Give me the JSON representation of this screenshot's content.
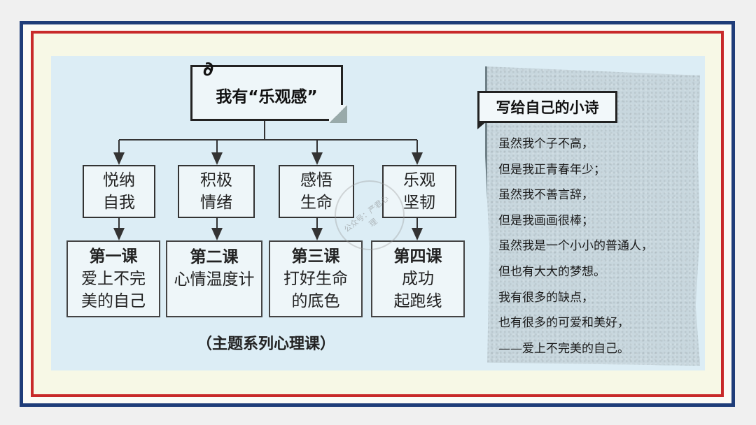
{
  "chart_title": "我有“乐观感”",
  "topics": [
    {
      "line1": "悦纳",
      "line2": "自我"
    },
    {
      "line1": "积极",
      "line2": "情绪"
    },
    {
      "line1": "感悟",
      "line2": "生命"
    },
    {
      "line1": "乐观",
      "line2": "坚韧"
    }
  ],
  "lessons": [
    {
      "label": "第一课",
      "line1": "爱上不完",
      "line2": "美的自己"
    },
    {
      "label": "第二课",
      "line1": "心情温度计",
      "line2": ""
    },
    {
      "label": "第三课",
      "line1": "打好生命",
      "line2": "的底色"
    },
    {
      "label": "第四课",
      "line1": "成功",
      "line2": "起跑线"
    }
  ],
  "caption": "（主题系列心理课）",
  "poem": {
    "title": "写给自己的小诗",
    "lines": [
      "虽然我个子不高，",
      "但是我正青春年少；",
      "虽然我不善言辞，",
      "但是我画画很棒；",
      "虽然我是一个小小的普通人，",
      "但也有大大的梦想。",
      "我有很多的缺点，",
      "也有很多的可爱和美好，",
      "——爱上不完美的自己。"
    ]
  },
  "watermark": "公众号：严君心理",
  "colors": {
    "outer_frame": "#1f3d79",
    "inner_frame": "#c82a2a",
    "panel": "#dcedf5"
  }
}
